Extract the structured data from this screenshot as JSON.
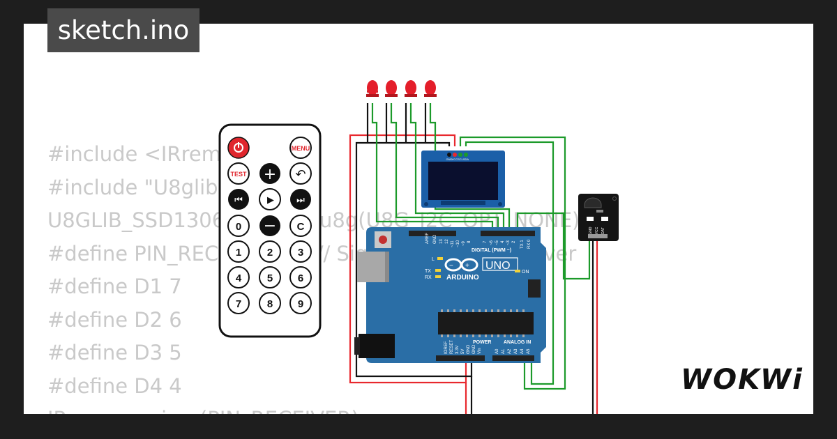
{
  "header": {
    "title": "sketch.ino"
  },
  "code_lines": [
    "#include <IRremote.h>",
    "#include \"U8glib.h\"",
    "U8GLIB_SSD1306_128X64 u8g(U8G_I2C_OPT_NONE);",
    "#define PIN_RECEIVER 2   // Signal Pin of IR receiver",
    "#define D1 7",
    "#define D2 6",
    "#define D3 5",
    "#define D4 4",
    "IRrecv receiver(PIN_RECEIVER);"
  ],
  "remote": {
    "row1": [
      "",
      "MENU"
    ],
    "row2": [
      "TEST",
      "+",
      "↶"
    ],
    "row3": [
      "⏮",
      "▶",
      "⏭"
    ],
    "row4": [
      "0",
      "−",
      "C"
    ],
    "row5": [
      "1",
      "2",
      "3"
    ],
    "row6": [
      "4",
      "5",
      "6"
    ],
    "row7": [
      "7",
      "8",
      "9"
    ]
  },
  "oled": {
    "pins": [
      "GND",
      "VCC",
      "SCL",
      "SDA"
    ]
  },
  "ir_sensor": {
    "pins": [
      "GND",
      "VCC",
      "DAT"
    ]
  },
  "arduino": {
    "brand": "ARDUINO",
    "model": "UNO",
    "digital_label": "DIGITAL (PWM ~)",
    "power_label": "POWER",
    "analog_label": "ANALOG IN",
    "on_label": "ON",
    "l_label": "L",
    "tx_label": "TX",
    "rx_label": "RX",
    "digital_pins": [
      "AREF",
      "GND",
      "13",
      "12",
      "~11",
      "~10",
      "~9",
      "8",
      "7",
      "~6",
      "~5",
      "4",
      "~3",
      "2",
      "TX 1",
      "RX 0"
    ],
    "power_pins": [
      "IOREF",
      "RESET",
      "3.3V",
      "5V",
      "GND",
      "GND",
      "Vin"
    ],
    "analog_pins": [
      "A0",
      "A1",
      "A2",
      "A3",
      "A4",
      "A5"
    ]
  },
  "branding": {
    "logo": "WOKWi"
  },
  "colors": {
    "board": "#2a6ea6",
    "wire_red": "#e8282e",
    "wire_green": "#1c9a2a",
    "wire_black": "#111111",
    "led": "#e41e2a"
  }
}
